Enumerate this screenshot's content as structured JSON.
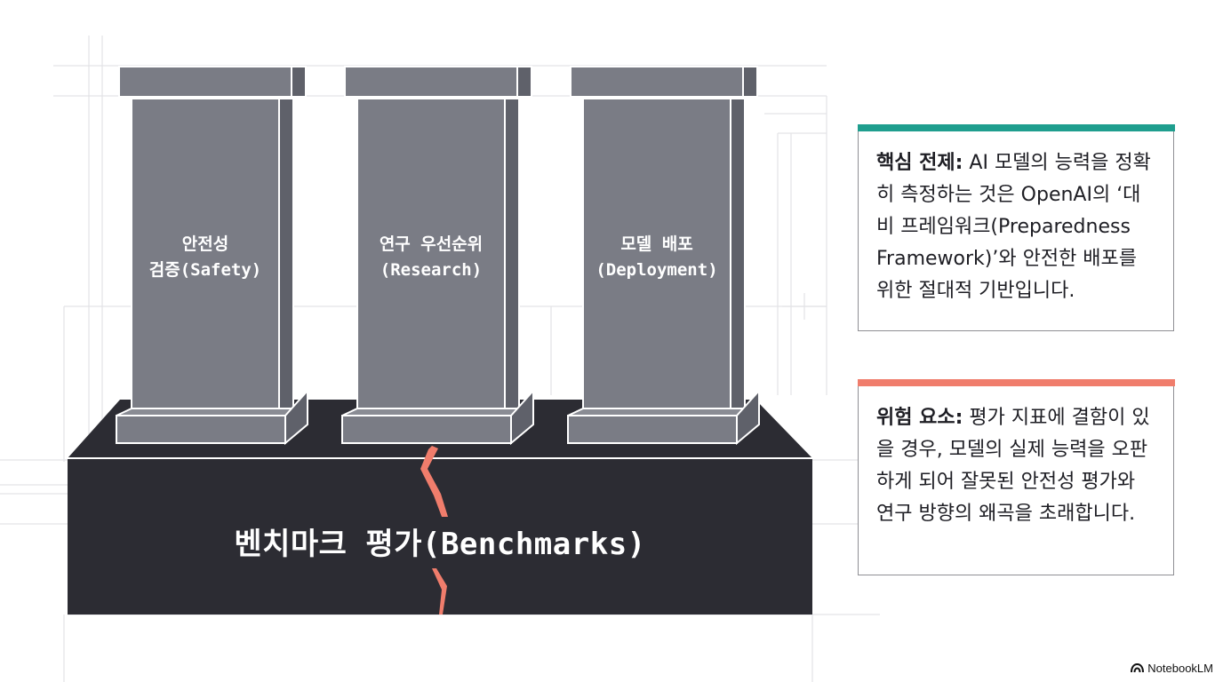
{
  "colors": {
    "pillar": "#7a7c85",
    "pillar_side": "#5f616a",
    "base": "#2c2c33",
    "crack": "#f07d6c",
    "premise_accent": "#1f9e8e",
    "risk_accent": "#f07d6c"
  },
  "pillars": [
    {
      "line1": "안전성",
      "line2": "검증(Safety)"
    },
    {
      "line1": "연구 우선순위",
      "line2": "(Research)"
    },
    {
      "line1": "모델 배포",
      "line2": "(Deployment)"
    }
  ],
  "base": {
    "label": "벤치마크 평가(Benchmarks)"
  },
  "cards": {
    "premise": {
      "title": "핵심 전제:",
      "text": " AI 모델의 능력을 정확히 측정하는 것은 OpenAI의 ‘대비 프레임워크(Preparedness Framework)’와 안전한 배포를 위한 절대적 기반입니다."
    },
    "risk": {
      "title": "위험 요소:",
      "text": " 평가 지표에 결함이 있을 경우, 모델의 실제 능력을 오판하게 되어 잘못된 안전성 평가와 연구 방향의 왜곡을 초래합니다."
    }
  },
  "brand": {
    "icon": "notebooklm-logo-icon",
    "label": "NotebookLM"
  }
}
